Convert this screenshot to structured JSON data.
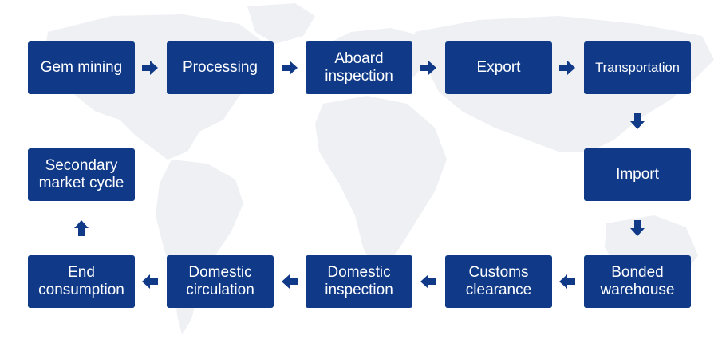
{
  "colors": {
    "box": "#103a88",
    "arrow": "#103a88",
    "map": "#eef0f4"
  },
  "steps": {
    "gem_mining": "Gem mining",
    "processing": "Processing",
    "aboard_inspection_1": "Aboard",
    "aboard_inspection_2": "inspection",
    "export": "Export",
    "transportation": "Transportation",
    "import": "Import",
    "bonded_warehouse_1": "Bonded",
    "bonded_warehouse_2": "warehouse",
    "customs_clearance_1": "Customs",
    "customs_clearance_2": "clearance",
    "domestic_inspection_1": "Domestic",
    "domestic_inspection_2": "inspection",
    "domestic_circulation_1": "Domestic",
    "domestic_circulation_2": "circulation",
    "end_consumption_1": "End",
    "end_consumption_2": "consumption",
    "secondary_market_1": "Secondary",
    "secondary_market_2": "market cycle"
  },
  "icons": {
    "arrow": "arrow-icon"
  }
}
